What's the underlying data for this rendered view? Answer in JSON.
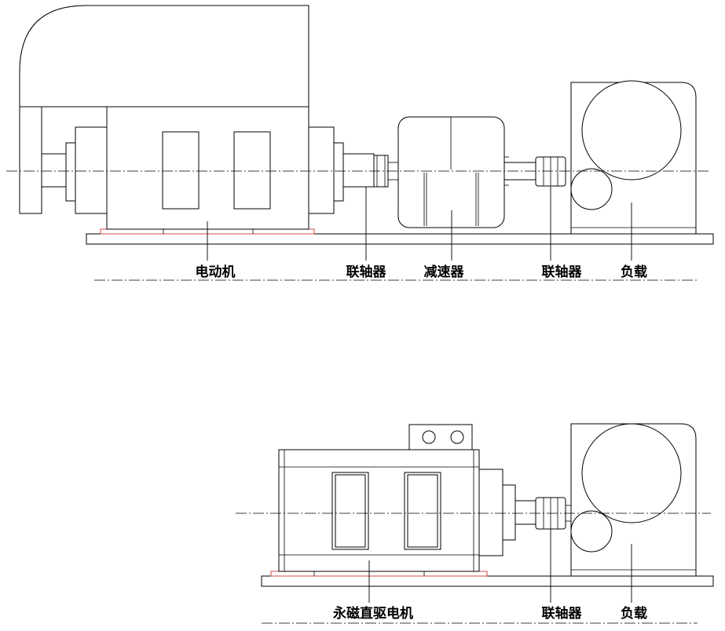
{
  "top_system": {
    "labels": {
      "motor": "电动机",
      "coupling_1": "联轴器",
      "reducer": "减速器",
      "coupling_2": "联轴器",
      "load": "负载"
    }
  },
  "bottom_system": {
    "labels": {
      "pm_motor": "永磁直驱电机",
      "coupling": "联轴器",
      "load": "负载"
    }
  }
}
